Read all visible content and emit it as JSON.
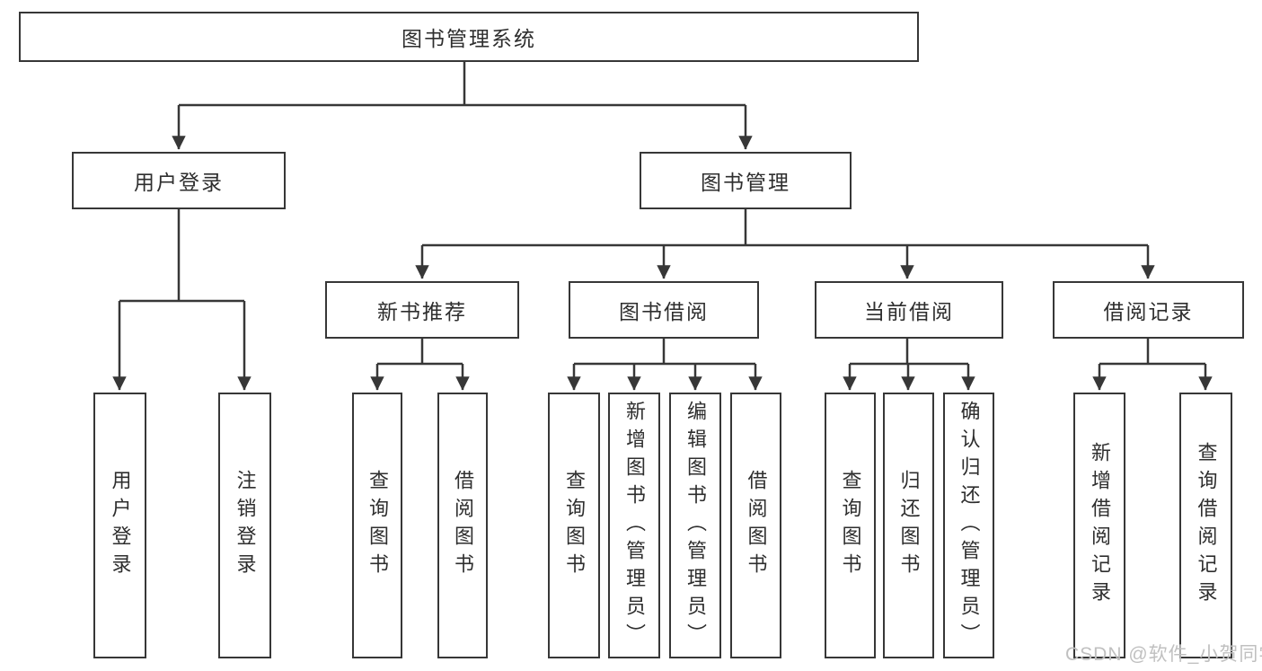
{
  "tree": {
    "label": "图书管理系统",
    "children": [
      {
        "label": "用户登录",
        "children": [
          {
            "label": "用户登录"
          },
          {
            "label": "注销登录"
          }
        ]
      },
      {
        "label": "图书管理",
        "children": [
          {
            "label": "新书推荐",
            "children": [
              {
                "label": "查询图书"
              },
              {
                "label": "借阅图书"
              }
            ]
          },
          {
            "label": "图书借阅",
            "children": [
              {
                "label": "查询图书"
              },
              {
                "label": "新增图书（管理员）"
              },
              {
                "label": "编辑图书（管理员）"
              },
              {
                "label": "借阅图书"
              }
            ]
          },
          {
            "label": "当前借阅",
            "children": [
              {
                "label": "查询图书"
              },
              {
                "label": "归还图书"
              },
              {
                "label": "确认归还（管理员）"
              }
            ]
          },
          {
            "label": "借阅记录",
            "children": [
              {
                "label": "新增借阅记录"
              },
              {
                "label": "查询借阅记录"
              }
            ]
          }
        ]
      }
    ]
  },
  "watermark": {
    "text": "CSDN @软件_小贺同学"
  },
  "colors": {
    "line": "#373737",
    "text": "#2e2e2e",
    "box_background": "#ffffff",
    "watermark": "#c0c0c0",
    "background": "#ffffff"
  }
}
